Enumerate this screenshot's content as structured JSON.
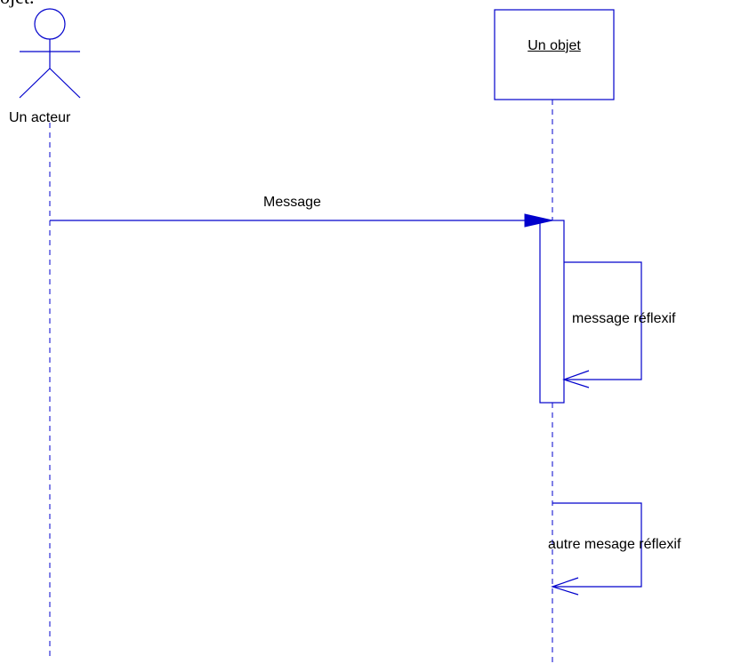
{
  "top_fragment": "ojet.",
  "actor": {
    "label": "Un acteur"
  },
  "object": {
    "label": "Un objet"
  },
  "messages": [
    {
      "label": "Message"
    },
    {
      "label": "message réflexif"
    },
    {
      "label": "autre mesage réflexif"
    }
  ],
  "colors": {
    "line": "#0000cc",
    "text": "#000000",
    "background": "#ffffff"
  }
}
